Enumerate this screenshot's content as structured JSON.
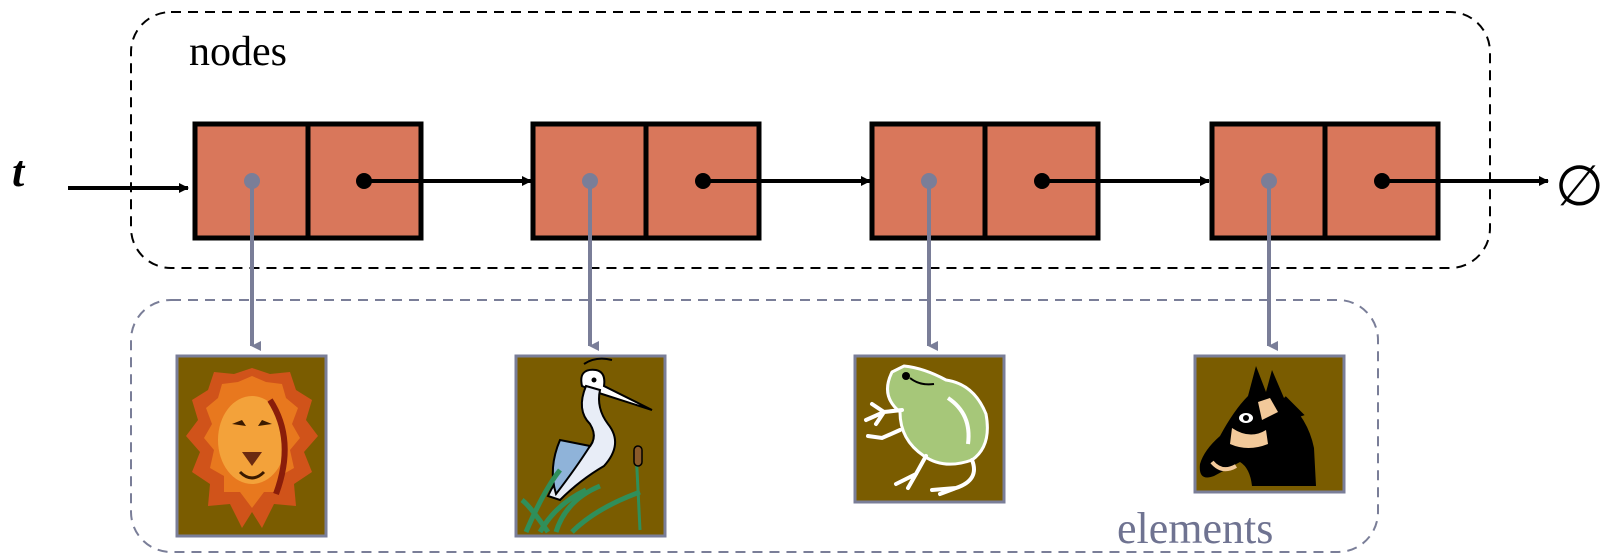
{
  "labels": {
    "pointer": "t",
    "nodes": "nodes",
    "elements": "elements",
    "null_symbol": "∅"
  },
  "nodes": [
    {
      "element": "lion"
    },
    {
      "element": "heron"
    },
    {
      "element": "frog"
    },
    {
      "element": "horse"
    }
  ],
  "colors": {
    "node_fill": "#D9775B",
    "node_border": "#000000",
    "element_arrow": "#7A7E98",
    "element_frame": "#7A7E98",
    "element_bg": "#7A5C00",
    "elements_label": "#6F7391"
  }
}
